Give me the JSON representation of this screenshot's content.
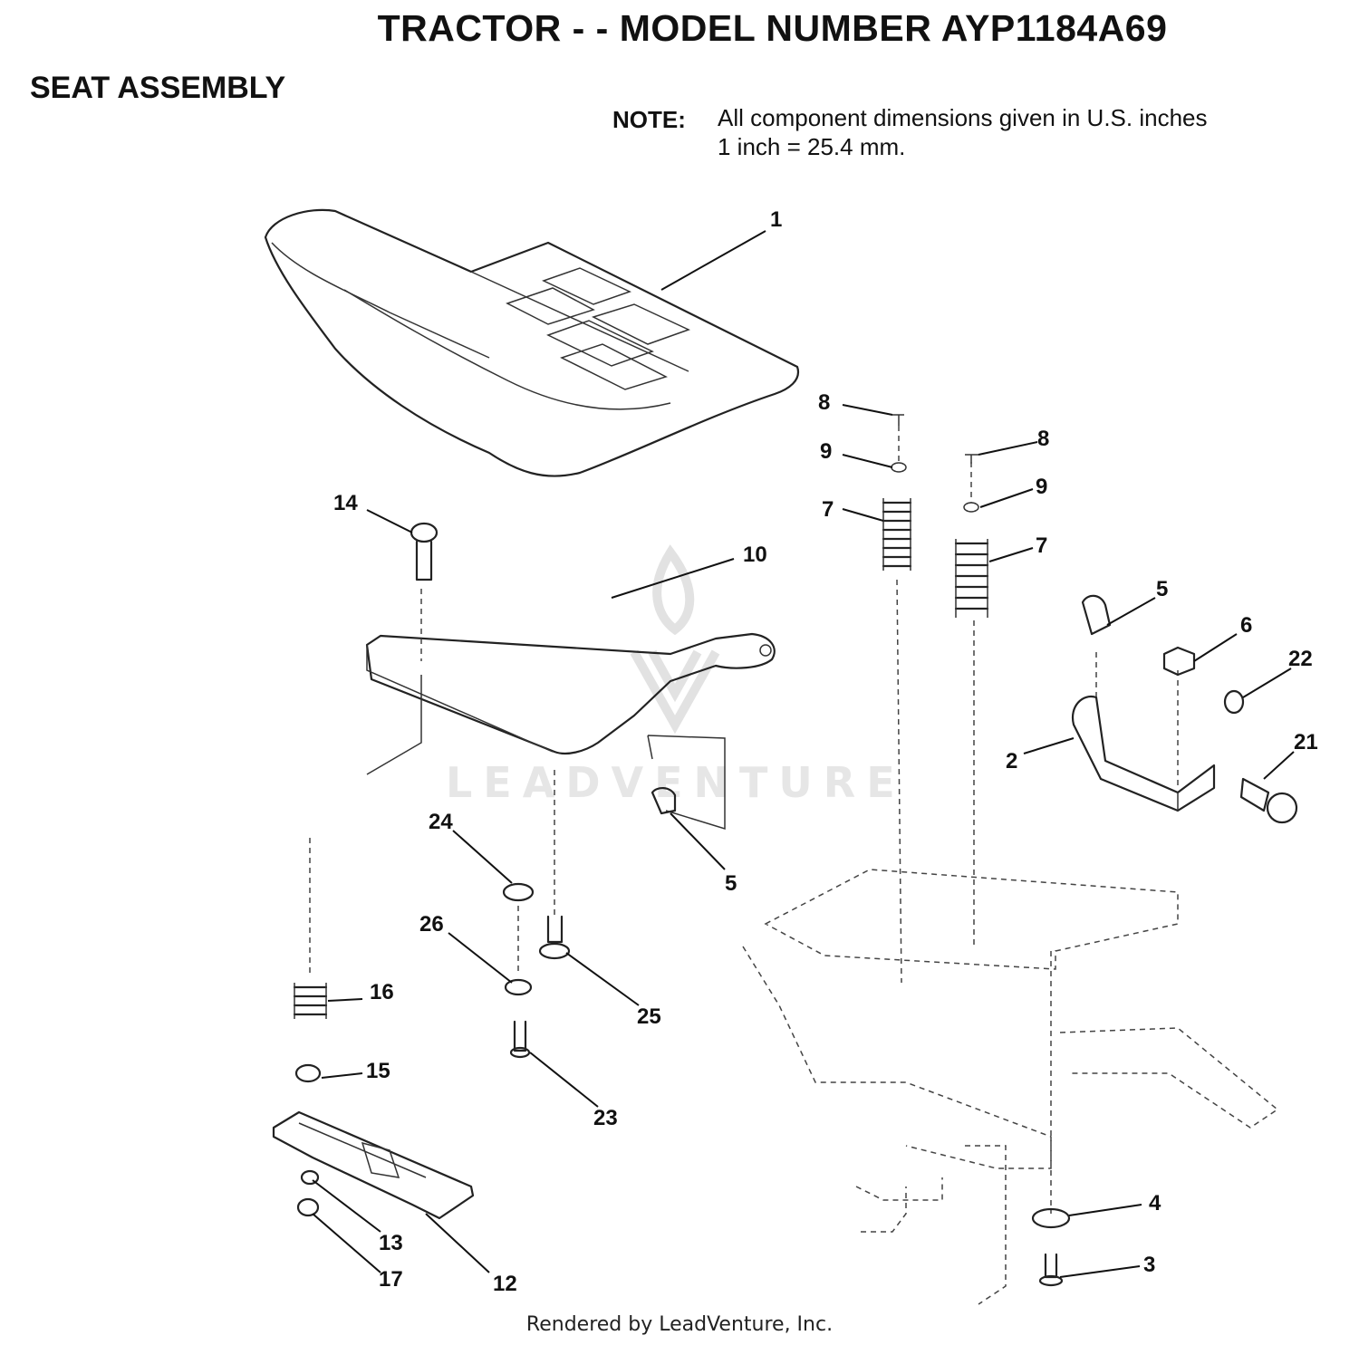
{
  "title": "TRACTOR - - MODEL NUMBER AYP1184A69",
  "subtitle": "SEAT ASSEMBLY",
  "note": {
    "label": "NOTE:",
    "line1": "All component dimensions given in U.S. inches",
    "line2": "1 inch = 25.4 mm."
  },
  "watermark": "LEADVENTURE",
  "footer": "Rendered by LeadVenture, Inc.",
  "callouts": {
    "c1": "1",
    "c2": "2",
    "c3": "3",
    "c4": "4",
    "c5a": "5",
    "c5b": "5",
    "c6": "6",
    "c7a": "7",
    "c7b": "7",
    "c8a": "8",
    "c8b": "8",
    "c9a": "9",
    "c9b": "9",
    "c10": "10",
    "c12": "12",
    "c13": "13",
    "c14": "14",
    "c15": "15",
    "c16": "16",
    "c17": "17",
    "c21": "21",
    "c22": "22",
    "c23": "23",
    "c24": "24",
    "c25": "25",
    "c26": "26"
  }
}
